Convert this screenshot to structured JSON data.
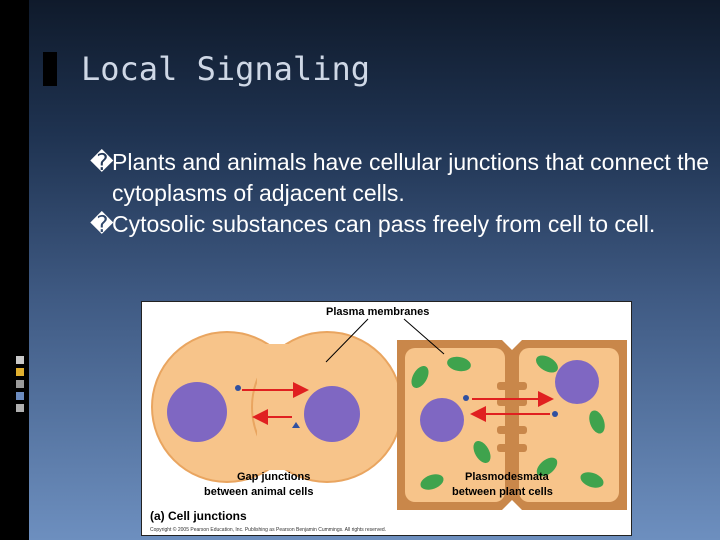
{
  "slide": {
    "title": "Local Signaling",
    "bullet_glyph": "�",
    "bullets": [
      "Plants and animals have cellular junctions that connect the cytoplasms of adjacent cells.",
      "Cytosolic substances can pass freely from cell to cell."
    ]
  },
  "figure": {
    "label_membranes": "Plasma membranes",
    "label_gap_1": "Gap junctions",
    "label_gap_2": "between animal cells",
    "label_plasmo_1": "Plasmodesmata",
    "label_plasmo_2": "between plant cells",
    "caption": "(a) Cell junctions",
    "copyright": "Copyright © 2005 Pearson Education, Inc. Publishing as Pearson Benjamin Cummings. All rights reserved."
  },
  "colors": {
    "title": "#cfd8e6",
    "cell_fill": "#f7c48a",
    "nucleus": "#7f67c2",
    "chloroplast": "#3fa34d",
    "arrow": "#e02020",
    "deco_squares": [
      "#c8c8c8",
      "#e0b030",
      "#9a9a9a",
      "#6b8bbf",
      "#b0b0b0"
    ]
  }
}
